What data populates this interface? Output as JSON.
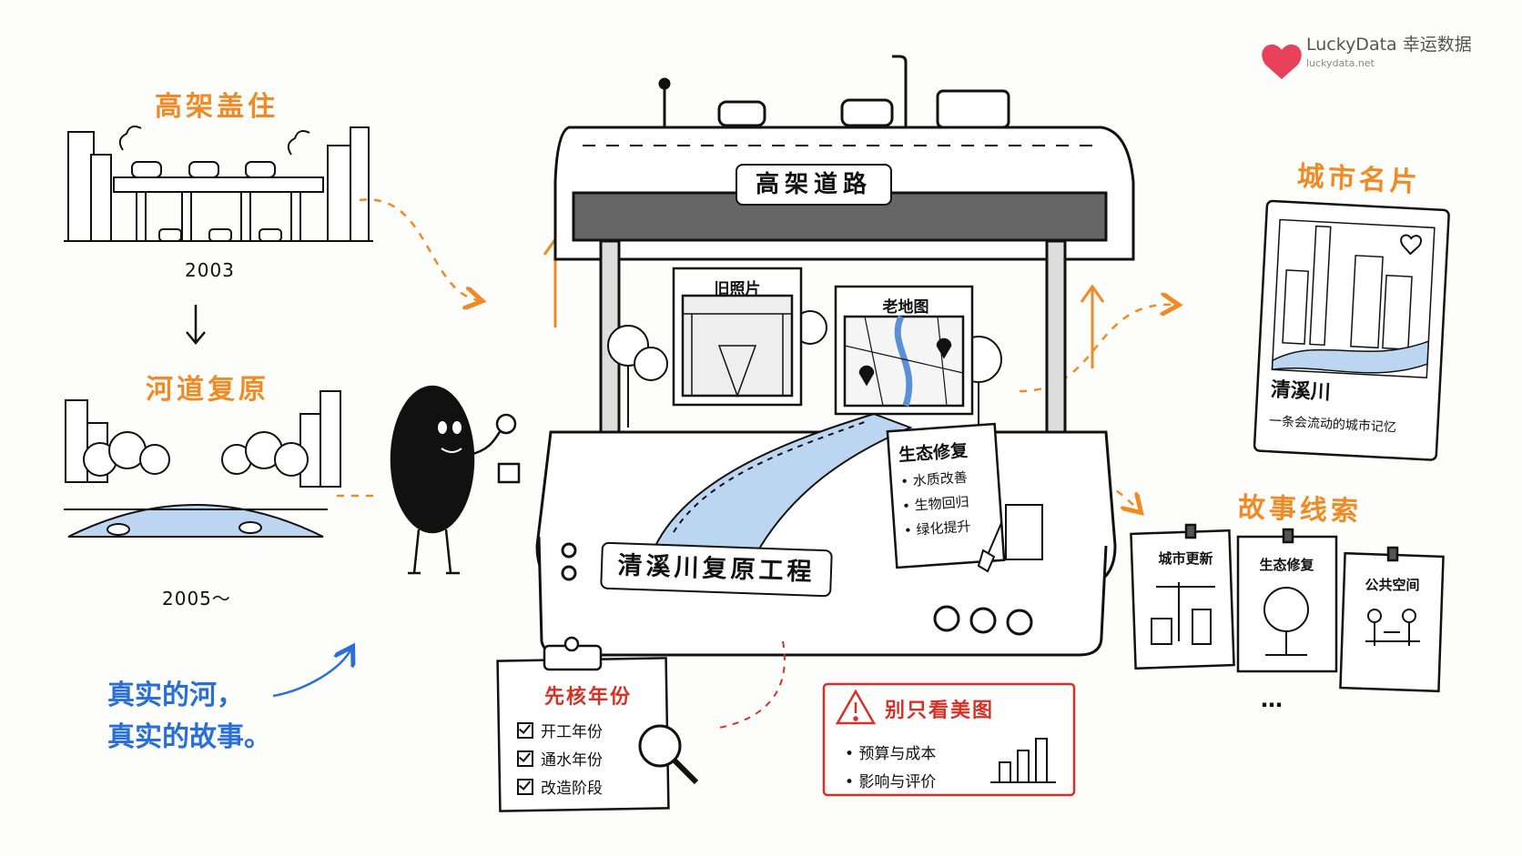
{
  "brand": {
    "name": "LuckyData 幸运数据",
    "url": "luckydata.net",
    "color": "#e8415b"
  },
  "timeline": {
    "top_label": "高架盖住",
    "top_year": "2003",
    "bottom_label": "河道复原",
    "bottom_year": "2005～"
  },
  "slogan": {
    "line1": "真实的河，",
    "line2": "真实的故事。"
  },
  "machine": {
    "top_sign": "高架道路",
    "photo_title": "旧照片",
    "map_title": "老地图",
    "eco_card": {
      "title": "生态修复",
      "items": [
        "水质改善",
        "生物回归",
        "绿化提升"
      ]
    },
    "base_sign": "清溪川复原工程"
  },
  "city_card": {
    "section_label": "城市名片",
    "title": "清溪川",
    "subtitle": "一条会流动的城市记忆",
    "icon": "heart-icon"
  },
  "story": {
    "section_label": "故事线索",
    "cards": [
      {
        "title": "城市更新",
        "icon": "crane-icon"
      },
      {
        "title": "生态修复",
        "icon": "tree-icon"
      },
      {
        "title": "公共空间",
        "icon": "people-bench-icon"
      }
    ],
    "more": "…"
  },
  "checklist": {
    "title": "先核年份",
    "items": [
      "开工年份",
      "通水年份",
      "改造阶段"
    ]
  },
  "warning": {
    "title": "别只看美图",
    "items": [
      "预算与成本",
      "影响与评价"
    ],
    "icon": "warning-icon"
  },
  "colors": {
    "accent_orange": "#f08a24",
    "accent_blue": "#2a6fd6",
    "warning_red": "#d93025",
    "water": "#bcd6f2"
  }
}
